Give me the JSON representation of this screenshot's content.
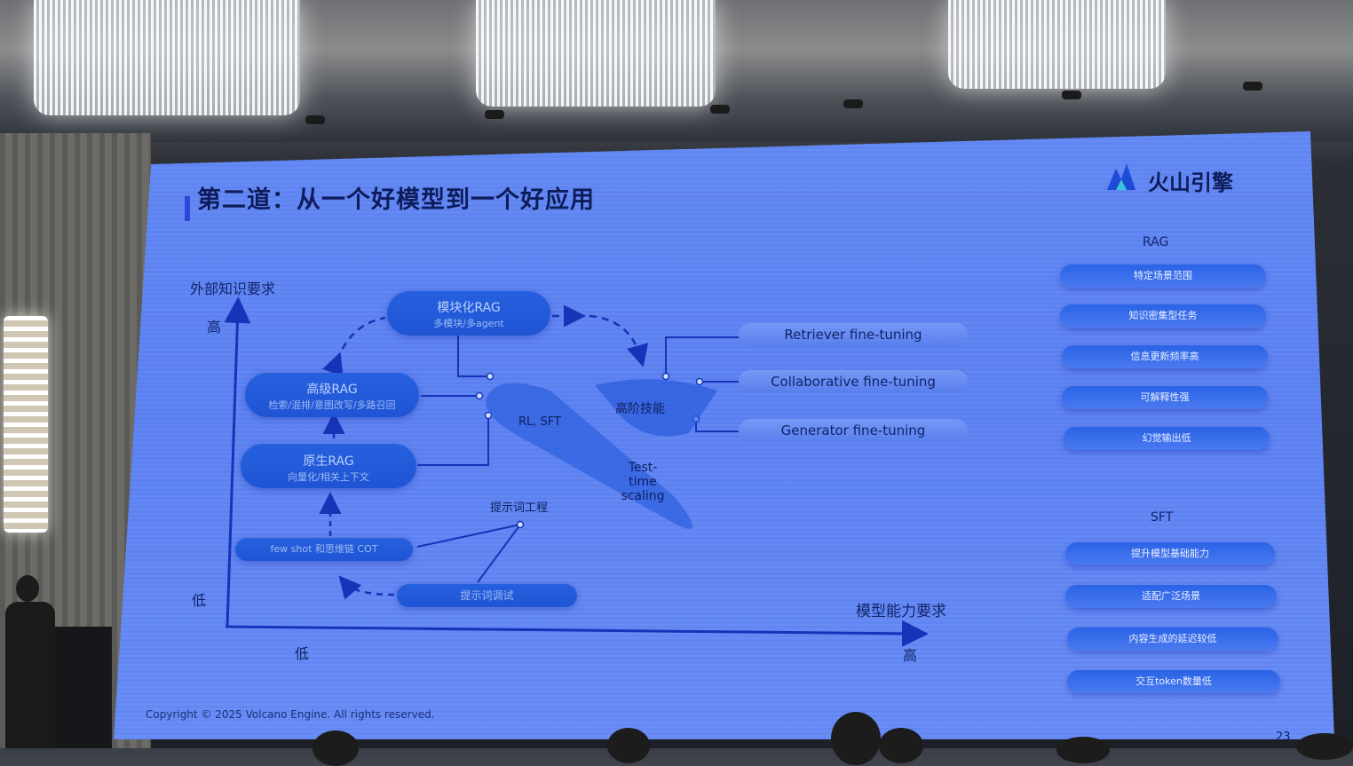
{
  "slide": {
    "title": "第二道：从一个好模型到一个好应用",
    "logo": "火山引擎",
    "y_axis_label": "外部知识要求",
    "x_axis_label": "模型能力要求",
    "y_high": "高",
    "y_low": "低",
    "x_low": "低",
    "x_high": "高",
    "nodes": {
      "modular_rag": {
        "main": "模块化RAG",
        "sub": "多模块/多agent"
      },
      "advanced_rag": {
        "main": "高级RAG",
        "sub": "检索/混排/意图改写/多路召回"
      },
      "native_rag": {
        "main": "原生RAG",
        "sub": "向量化/相关上下文"
      },
      "few_shot": {
        "main": "few shot 和思维链 COT"
      },
      "prompt_tuning": {
        "main": "提示词调试"
      }
    },
    "labels": {
      "prompt_engineering": "提示词工程",
      "rl_sft": "RL, SFT",
      "advanced_skill": "高阶技能",
      "test_time_scaling": "Test-\ntime\nscaling"
    },
    "fine_tuning": [
      "Retriever fine-tuning",
      "Collaborative fine-tuning",
      "Generator fine-tuning"
    ],
    "rag_heading": "RAG",
    "rag_items": [
      "特定场景范围",
      "知识密集型任务",
      "信息更新频率高",
      "可解释性强",
      "幻觉输出低"
    ],
    "sft_heading": "SFT",
    "sft_items": [
      "提升模型基础能力",
      "适配广泛场景",
      "内容生成的延迟较低",
      "交互token数量低"
    ],
    "copyright": "Copyright © 2025 Volcano Engine. All rights reserved.",
    "page_number": "23"
  },
  "colors": {
    "screen": "#5f86f2",
    "pill": "#2660de",
    "text_dark": "#112468",
    "axis": "#1733b8"
  }
}
